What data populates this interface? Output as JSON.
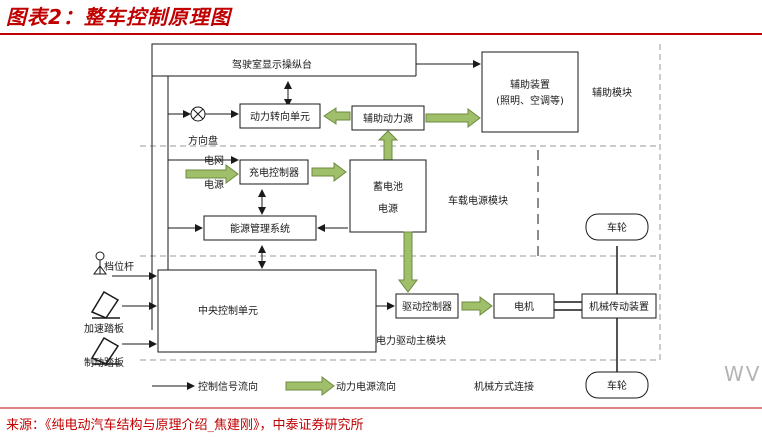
{
  "header": {
    "title": "图表2：整车控制原理图"
  },
  "source": "来源：《纯电动汽车结构与原理介绍_焦建刚》，中泰证券研究所",
  "watermark": "WV",
  "colors": {
    "accent": "#c00000",
    "power_arrow": "#9fbf6a",
    "dashed": "#9a9a9a"
  },
  "diagram": {
    "cockpit": "驾驶室显示操纵台",
    "steering_unit": "动力转向单元",
    "aux_power": "辅助动力源",
    "aux_device": "辅助装置",
    "aux_device_sub": "(照明、空调等)",
    "aux_module": "辅助模块",
    "steering_wheel": "方向盘",
    "grid": "电网",
    "grid_power": "电源",
    "charger": "充电控制器",
    "battery": "蓄电池",
    "battery_sub": "电源",
    "power_module": "车载电源模块",
    "wheel_top": "车轮",
    "bms": "能源管理系统",
    "gear_lever": "档位杆",
    "accel_pedal": "加速踏板",
    "brake_pedal": "制动踏板",
    "vcu": "中央控制单元",
    "motor_ctrl": "驱动控制器",
    "motor": "电机",
    "transmission": "机械传动装置",
    "drive_module": "电力驱动主模块",
    "wheel_bottom": "车轮"
  },
  "legend": {
    "control": "控制信号流向",
    "power": "动力电源流向",
    "mechanical": "机械方式连接"
  }
}
